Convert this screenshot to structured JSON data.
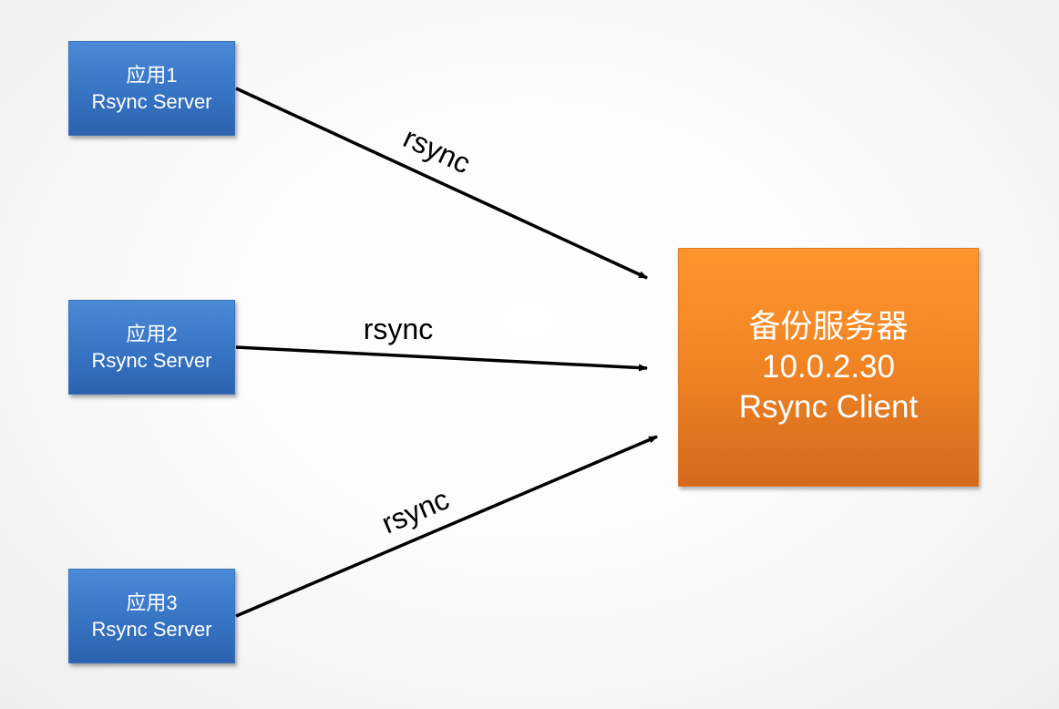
{
  "servers": [
    {
      "name": "应用1",
      "role": "Rsync Server"
    },
    {
      "name": "应用2",
      "role": "Rsync Server"
    },
    {
      "name": "应用3",
      "role": "Rsync Server"
    }
  ],
  "backup": {
    "name": "备份服务器",
    "ip": "10.0.2.30",
    "role": "Rsync Client"
  },
  "edges": [
    {
      "from": "应用1",
      "to": "备份服务器",
      "label": "rsync"
    },
    {
      "from": "应用2",
      "to": "备份服务器",
      "label": "rsync"
    },
    {
      "from": "应用3",
      "to": "备份服务器",
      "label": "rsync"
    }
  ],
  "colors": {
    "server_fill": "#3876c6",
    "backup_fill": "#f08424",
    "arrow": "#000000",
    "text": "#ffffff"
  }
}
